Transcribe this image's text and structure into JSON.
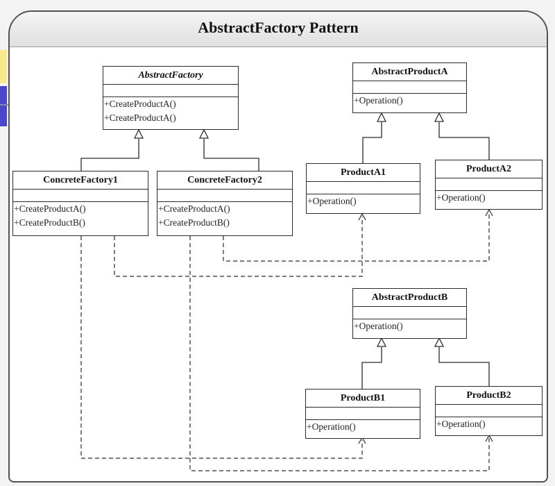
{
  "title": "AbstractFactory Pattern",
  "classes": {
    "abstract_factory": {
      "name": "AbstractFactory",
      "ops": [
        "+CreateProductA()",
        "+CreateProductA()"
      ]
    },
    "abstract_product_a": {
      "name": "AbstractProductA",
      "ops": [
        "+Operation()"
      ]
    },
    "concrete_factory1": {
      "name": "ConcreteFactory1",
      "ops": [
        "+CreateProductA()",
        "+CreateProductB()"
      ]
    },
    "concrete_factory2": {
      "name": "ConcreteFactory2",
      "ops": [
        "+CreateProductA()",
        "+CreateProductB()"
      ]
    },
    "product_a1": {
      "name": "ProductA1",
      "ops": [
        "+Operation()"
      ]
    },
    "product_a2": {
      "name": "ProductA2",
      "ops": [
        "+Operation()"
      ]
    },
    "abstract_product_b": {
      "name": "AbstractProductB",
      "ops": [
        "+Operation()"
      ]
    },
    "product_b1": {
      "name": "ProductB1",
      "ops": [
        "+Operation()"
      ]
    },
    "product_b2": {
      "name": "ProductB2",
      "ops": [
        "+Operation()"
      ]
    }
  },
  "colors": {
    "accent_yellow": "#f7ea8c",
    "accent_blue": "#4b47c9",
    "line": "#2a2a2a"
  }
}
